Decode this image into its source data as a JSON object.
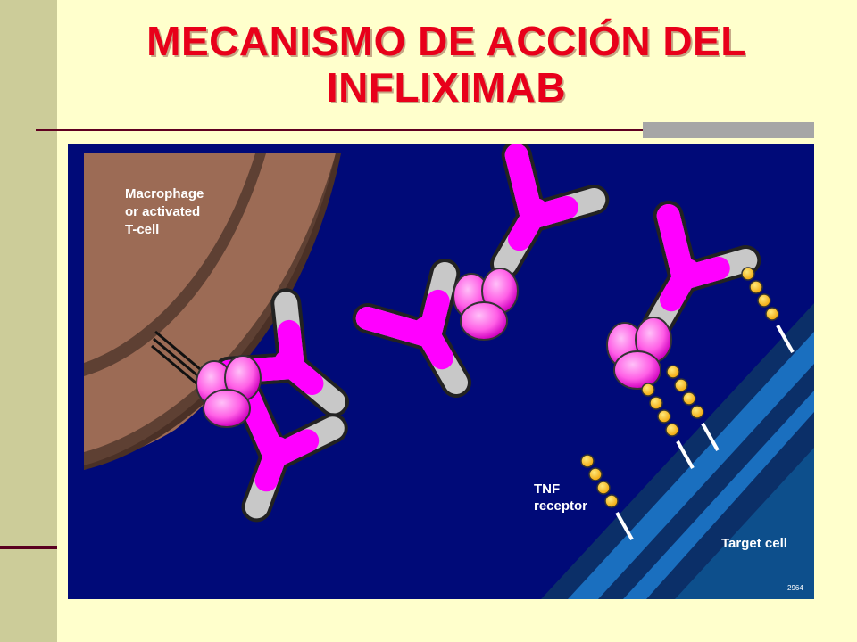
{
  "slide": {
    "title_line1": "MECANISMO DE ACCIÓN DEL",
    "title_line2": "INFLIXIMAB"
  },
  "figure": {
    "macrophage_label": [
      "Macrophage",
      "or activated",
      "T-cell"
    ],
    "receptor_label": [
      "TNF",
      "receptor"
    ],
    "target_label": "Target cell",
    "figure_code": "2964"
  },
  "colors": {
    "background": "#ffffcc",
    "title": "#e8001a",
    "figure_background": "#000a78",
    "antibody": "#ff00ff",
    "antibody_constant": "#c8c8c8",
    "tnf": "#ff66e8",
    "receptor_bead": "#ffb400",
    "cell_membrane": "#1a6fbf",
    "macrophage": "#9c6b55"
  }
}
